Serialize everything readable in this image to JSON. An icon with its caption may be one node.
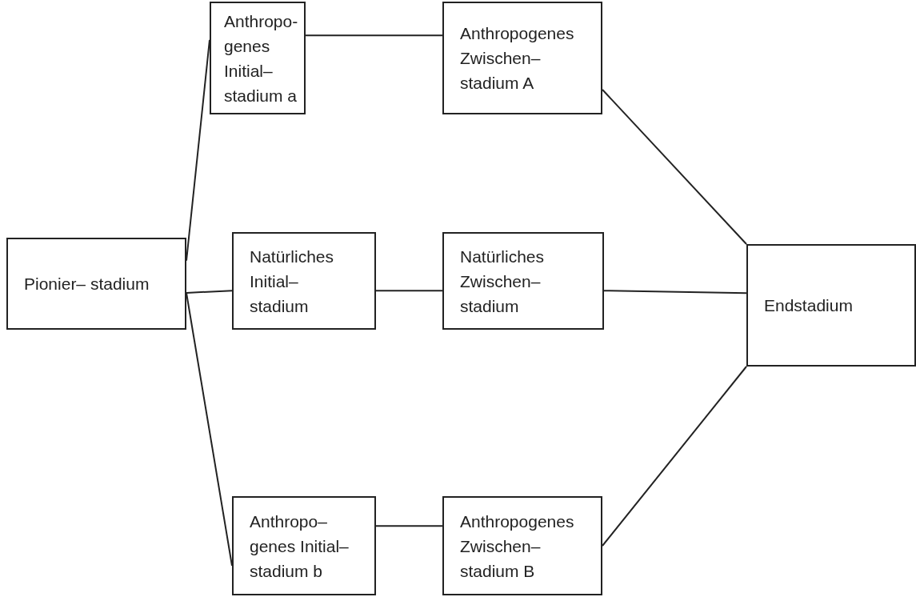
{
  "diagram": {
    "nodes": [
      {
        "text": [
          "Pionier– stadium"
        ]
      },
      {
        "text": [
          "Anthropo- genes Initial– stadium a"
        ]
      },
      {
        "text": [
          "Anthropogenes Zwischen– stadium A"
        ]
      },
      {
        "text": [
          "Natürliches Initial– stadium"
        ]
      },
      {
        "text": [
          "Natürliches Zwischen– stadium"
        ]
      },
      {
        "text": [
          "Anthropo– genes Initial– stadium b"
        ]
      },
      {
        "text": [
          "Anthropogenes Zwischen– stadium B"
        ]
      },
      {
        "text": [
          "Endstadium"
        ]
      }
    ],
    "edges": [
      {
        "from": 0,
        "to": 1,
        "arrow": "none"
      },
      {
        "from": 0,
        "to": 3,
        "arrow": "none"
      },
      {
        "from": 0,
        "to": 5,
        "arrow": "none"
      },
      {
        "from": 1,
        "to": 2,
        "arrow": "none"
      },
      {
        "from": 3,
        "to": 4,
        "arrow": "none"
      },
      {
        "from": 5,
        "to": 6,
        "arrow": "none"
      },
      {
        "from": 2,
        "to": 7,
        "arrow": "none"
      },
      {
        "from": 4,
        "to": 7,
        "arrow": "none"
      },
      {
        "from": 6,
        "to": 7,
        "arrow": "none"
      }
    ]
  }
}
